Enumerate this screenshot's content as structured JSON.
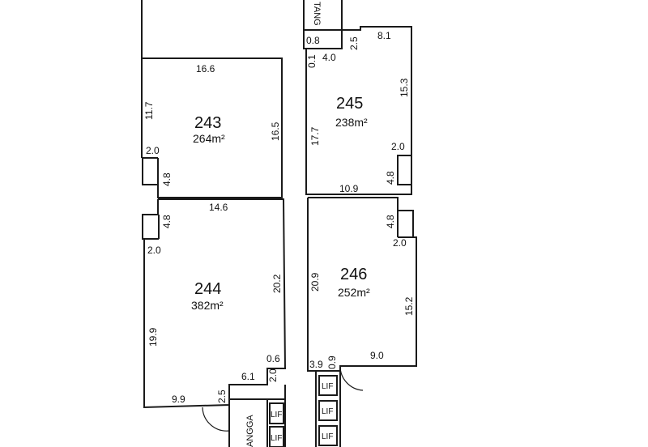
{
  "lots": [
    {
      "number": "243",
      "area": "264m²"
    },
    {
      "number": "244",
      "area": "382m²"
    },
    {
      "number": "245",
      "area": "238m²"
    },
    {
      "number": "246",
      "area": "252m²"
    }
  ],
  "dimensions": {
    "lot243": {
      "top": "16.6",
      "left": "11.7",
      "right": "16.5",
      "step_width": "2.0",
      "step_depth": "4.8"
    },
    "lot244": {
      "top": "14.6",
      "step_depth": "4.8",
      "step_width": "2.0",
      "right": "20.2",
      "left": "19.9",
      "notch_small": "0.6",
      "notch_depth": "2.0",
      "notch_width": "6.1",
      "bottom": "9.9",
      "stair_depth": "2.5"
    },
    "lot245": {
      "top_small": "0.8",
      "top_step": "2.5",
      "top": "8.1",
      "left_small": "0.1",
      "inner": "4.0",
      "right": "15.3",
      "left": "17.7",
      "step_width": "2.0",
      "step_depth": "4.8",
      "bottom": "10.9"
    },
    "lot246": {
      "step_depth": "4.8",
      "step_width": "2.0",
      "left": "20.9",
      "right": "15.2",
      "bottom_left": "3.9",
      "bottom_small": "0.9",
      "bottom": "9.0"
    }
  },
  "labels": {
    "lif": "LIF",
    "tangga_top": "TANG",
    "tangga_bottom": "ANGGA"
  }
}
